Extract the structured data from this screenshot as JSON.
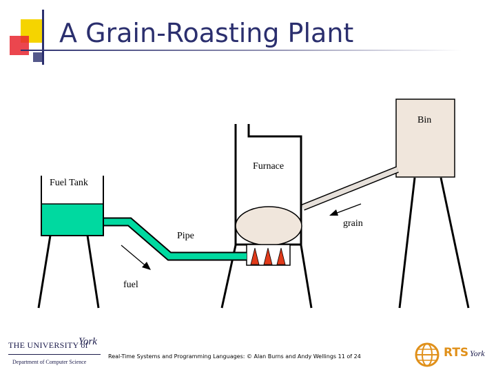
{
  "slide": {
    "title": "A Grain-Roasting Plant",
    "footer": "Real-Time Systems and Programming Languages: © Alan Burns and Andy Wellings 11 of 24"
  },
  "diagram": {
    "labels": {
      "bin": "Bin",
      "furnace": "Furnace",
      "fuel_tank": "Fuel Tank",
      "pipe": "Pipe",
      "grain": "grain",
      "fuel": "fuel"
    },
    "colors": {
      "fuel": "#00d9a0",
      "bin": "#f0e6dc",
      "flame": "#e03a1a",
      "title": "#2b2f6e",
      "accent_yellow": "#f5d400",
      "accent_red": "#e8262f"
    }
  },
  "logos": {
    "university_top": "THE UNIVERSITY of",
    "university_name": "York",
    "department": "Department of Computer Science",
    "rts": "RTS",
    "rts_york": "York"
  }
}
